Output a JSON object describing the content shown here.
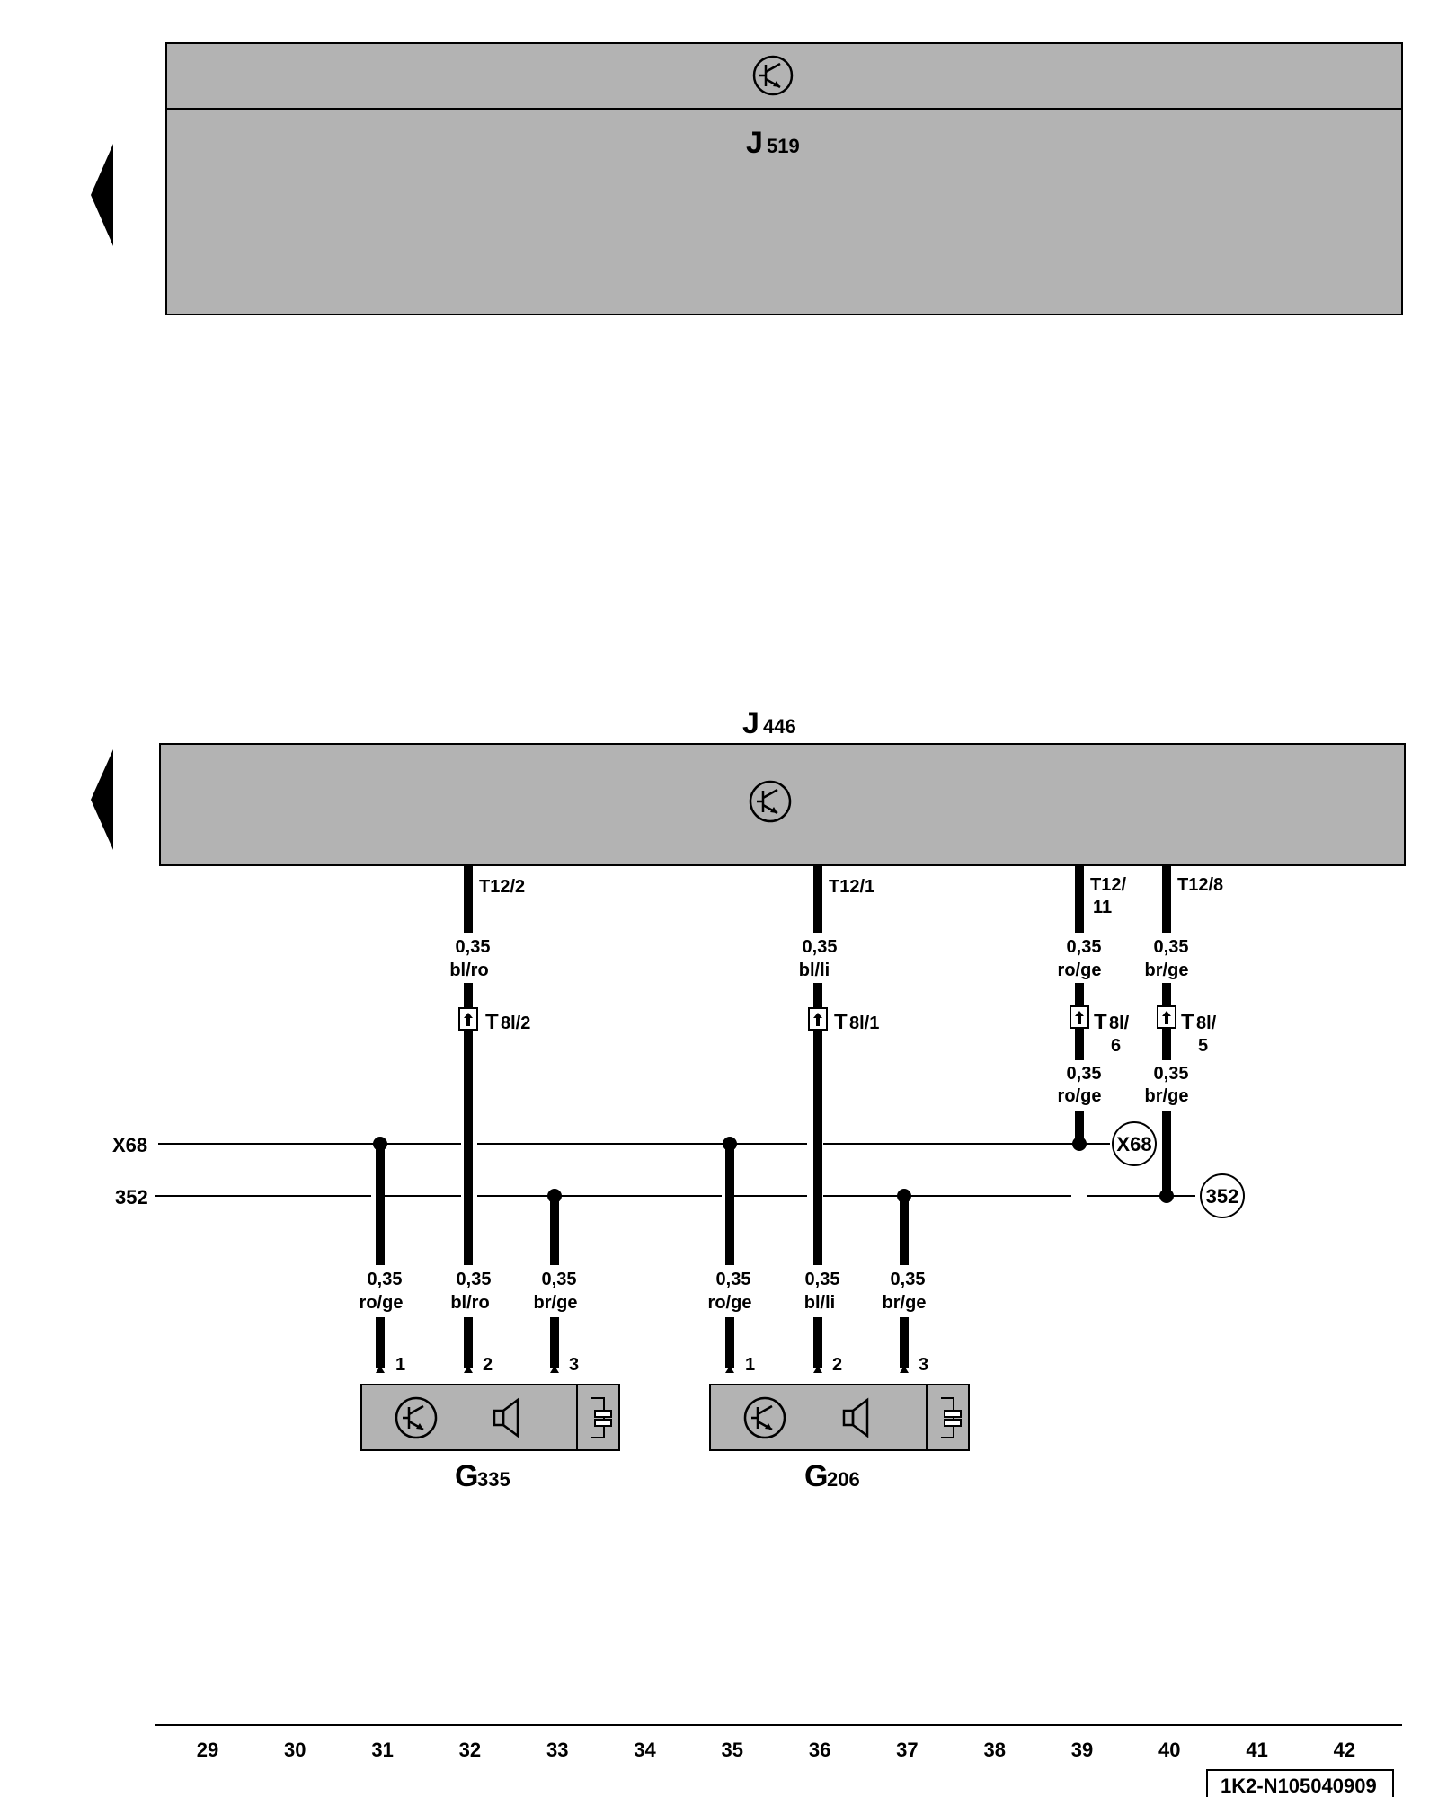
{
  "units": {
    "j519": {
      "letter": "J",
      "number": "519"
    },
    "j446": {
      "letter": "J",
      "number": "446"
    },
    "g335": {
      "letter": "G",
      "number": "335"
    },
    "g206": {
      "letter": "G",
      "number": "206"
    }
  },
  "left_wires": {
    "j446": {
      "pin": "T12/2",
      "size": "0,35",
      "color": "bl/ro",
      "connector_letter": "T",
      "connector_rest": "8l/2"
    },
    "j446_mid": {
      "pin": "T12/1",
      "size": "0,35",
      "color": "bl/li",
      "connector_letter": "T",
      "connector_rest": "8l/1"
    }
  },
  "right_wires": {
    "a": {
      "pin_top": "T12/",
      "pin_bottom": "11",
      "size": "0,35",
      "color": "ro/ge",
      "connector_letter": "T",
      "connector_rest_top": "8l/",
      "connector_rest_bottom": "6",
      "size2": "0,35",
      "color2": "ro/ge"
    },
    "b": {
      "pin": "T12/8",
      "size": "0,35",
      "color": "br/ge",
      "connector_letter": "T",
      "connector_rest_top": "8l/",
      "connector_rest_bottom": "5",
      "size2": "0,35",
      "color2": "br/ge"
    }
  },
  "buses": {
    "x68": {
      "label": "X68",
      "marker": "X68"
    },
    "b352": {
      "label": "352",
      "marker": "352"
    }
  },
  "sensor_wires": {
    "g335": [
      {
        "size": "0,35",
        "color": "ro/ge",
        "pin": "1"
      },
      {
        "size": "0,35",
        "color": "bl/ro",
        "pin": "2"
      },
      {
        "size": "0,35",
        "color": "br/ge",
        "pin": "3"
      }
    ],
    "g206": [
      {
        "size": "0,35",
        "color": "ro/ge",
        "pin": "1"
      },
      {
        "size": "0,35",
        "color": "bl/li",
        "pin": "2"
      },
      {
        "size": "0,35",
        "color": "br/ge",
        "pin": "3"
      }
    ]
  },
  "ruler": [
    "29",
    "30",
    "31",
    "32",
    "33",
    "34",
    "35",
    "36",
    "37",
    "38",
    "39",
    "40",
    "41",
    "42"
  ],
  "doc_id": "1K2-N105040909",
  "icons": {
    "module": "transistor-module-icon",
    "speaker": "speaker-icon",
    "piezo": "piezo-element-icon",
    "arrow": "page-back-arrow-icon"
  }
}
